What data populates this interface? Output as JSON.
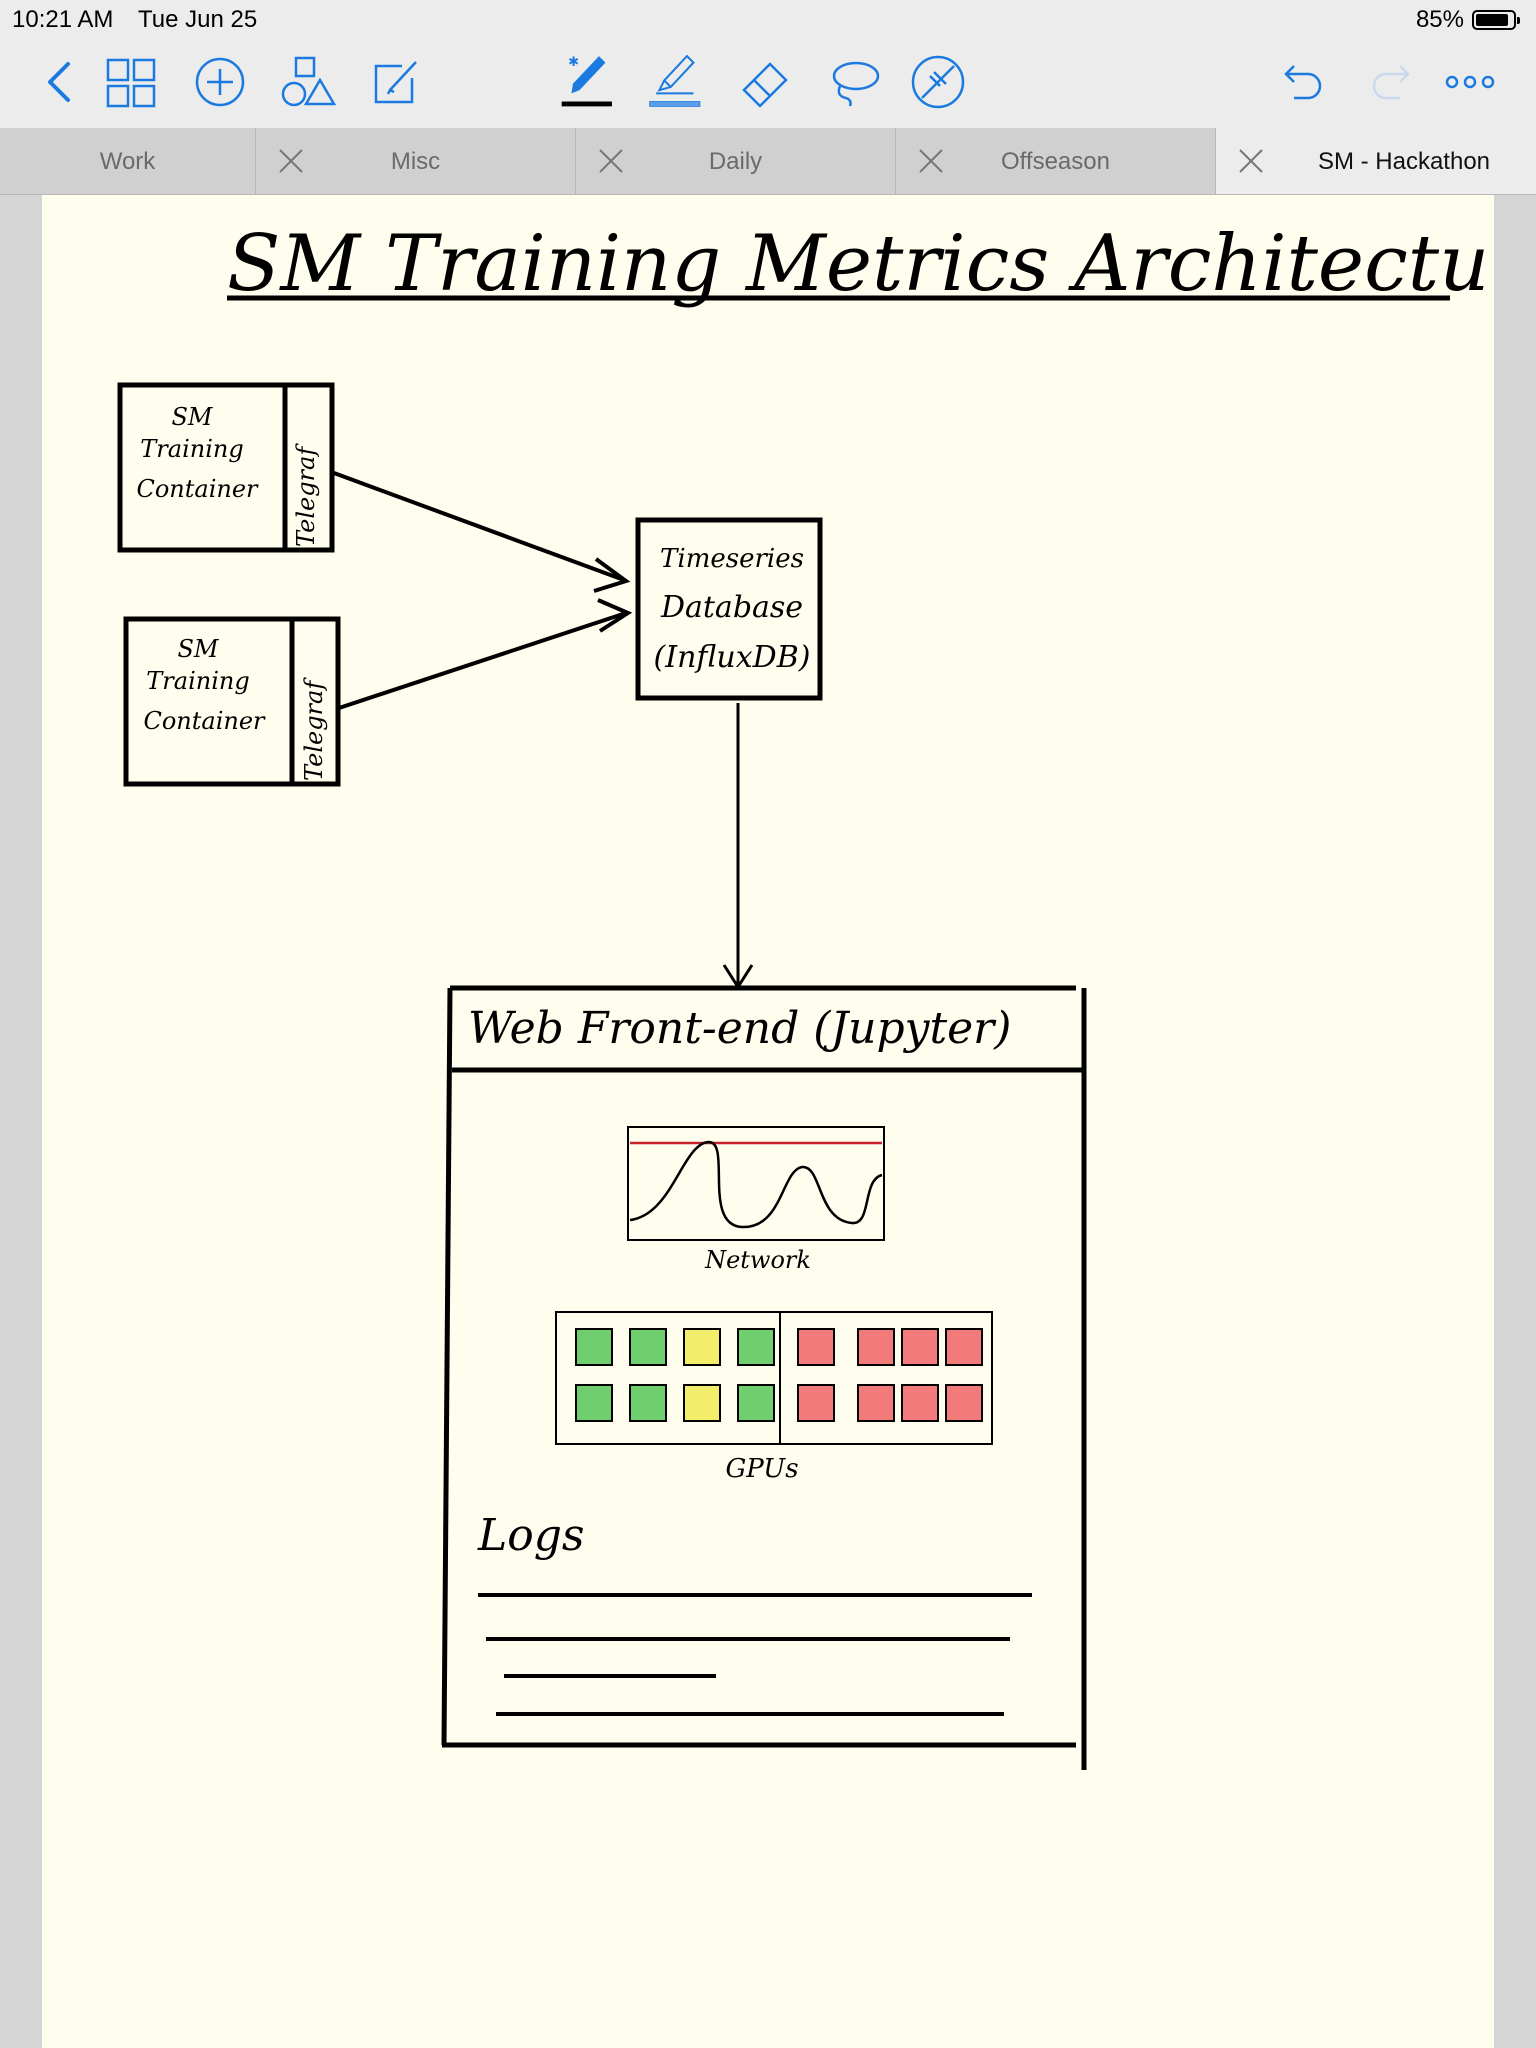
{
  "status": {
    "time": "10:21 AM",
    "date": "Tue Jun 25",
    "battery": "85%"
  },
  "toolbar": {
    "left_tools": [
      "back-chevron-icon",
      "grid-view-icon",
      "add-circle-icon",
      "shapes-icon",
      "compose-icon"
    ],
    "center_tools": [
      "pen-icon",
      "highlighter-icon",
      "eraser-icon",
      "lasso-icon",
      "disable-touch-icon"
    ],
    "right_tools": [
      "undo-icon",
      "redo-icon",
      "more-icon"
    ],
    "accent_color": "#1a7ae0"
  },
  "tabs": [
    {
      "label": "Work"
    },
    {
      "label": "Misc"
    },
    {
      "label": "Daily"
    },
    {
      "label": "Offseason"
    },
    {
      "label": "SM - Hackathon"
    }
  ],
  "note": {
    "title": "SM Training Metrics Architecture",
    "container1": {
      "line1": "SM",
      "line2": "Training",
      "line3": "Container",
      "side": "Telegraf"
    },
    "container2": {
      "line1": "SM",
      "line2": "Training",
      "line3": "Container",
      "side": "Telegraf"
    },
    "database": {
      "line1": "Timeseries",
      "line2": "Database",
      "line3": "(InfluxDB)"
    },
    "frontend": {
      "header": "Web Front-end (Jupyter)",
      "network_label": "Network",
      "gpus_label": "GPUs",
      "logs_label": "Logs"
    },
    "gpu_colors": {
      "green": "#6fcf6f",
      "yellow": "#f2ee6c",
      "red": "#f37a7a"
    },
    "gpu_grid": [
      [
        "green",
        "green",
        "yellow",
        "green",
        "red",
        "red",
        "red",
        "red"
      ],
      [
        "green",
        "green",
        "yellow",
        "green",
        "red",
        "red",
        "red",
        "red"
      ]
    ]
  }
}
